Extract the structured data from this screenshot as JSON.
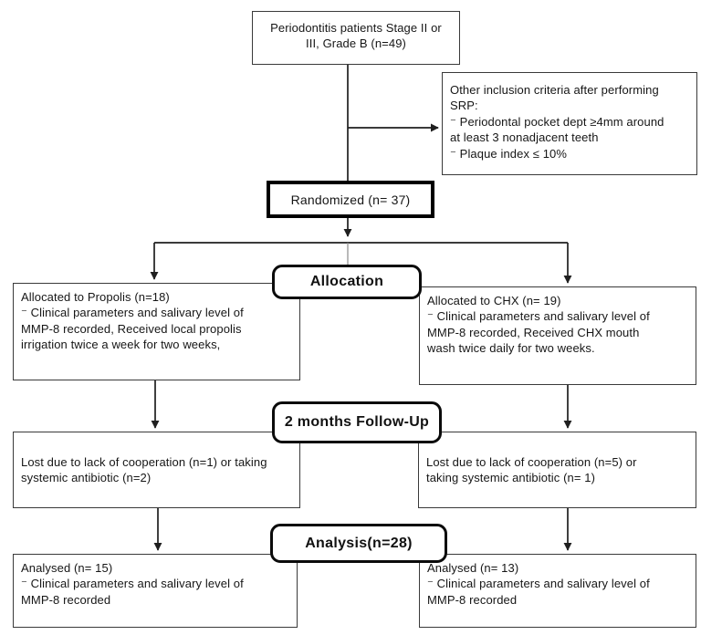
{
  "boxes": {
    "enrollment": {
      "text": "Periodontitis patients Stage II or\nIII, Grade B (n=49)"
    },
    "inclusion": {
      "text": "Other inclusion criteria after performing\nSRP:\n⁻ Periodontal pocket dept ≥4mm around\nat least 3 nonadjacent teeth\n⁻ Plaque index ≤ 10%"
    },
    "randomized": {
      "label": "Randomized (n= 37)"
    },
    "stage_allocation": {
      "label": "Allocation"
    },
    "allocated_propolis": {
      "text": "Allocated to Propolis (n=18)\n⁻ Clinical parameters and salivary level of\nMMP-8 recorded, Received local propolis\nirrigation twice a week for two weeks,"
    },
    "allocated_chx": {
      "text": "Allocated to CHX (n= 19)\n⁻ Clinical parameters and salivary level of\nMMP-8 recorded, Received CHX mouth\nwash twice daily for two weeks."
    },
    "stage_followup": {
      "label": "2 months Follow-Up"
    },
    "lost_propolis": {
      "text": "Lost due to lack of cooperation (n=1) or taking\nsystemic antibiotic (n=2)"
    },
    "lost_chx": {
      "text": "Lost due to lack of cooperation (n=5) or\ntaking systemic antibiotic (n= 1)"
    },
    "stage_analysis": {
      "label": "Analysis(n=28)"
    },
    "analysed_propolis": {
      "text": "Analysed (n= 15)\n⁻ Clinical parameters and salivary level of\nMMP-8 recorded"
    },
    "analysed_chx": {
      "text": "Analysed (n= 13)\n⁻ Clinical parameters and salivary level of\nMMP-8 recorded"
    }
  },
  "colors": {
    "connector_line": "#1f1f1f",
    "box_border": "#3a3a3a",
    "strong_border": "#000000",
    "background": "#ffffff",
    "text": "#161616"
  }
}
